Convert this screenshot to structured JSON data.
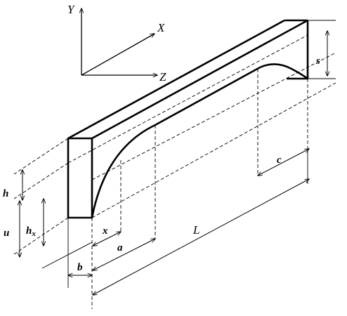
{
  "axes": {
    "y": "Y",
    "x": "X",
    "z": "Z"
  },
  "dimensions": {
    "h": "h",
    "u": "u",
    "hx_main": "h",
    "hx_sub": "x",
    "x": "x",
    "a": "a",
    "b": "b",
    "L": "L",
    "c": "c",
    "s": "s"
  },
  "colors": {
    "stroke": "#000000",
    "background": "#ffffff"
  }
}
